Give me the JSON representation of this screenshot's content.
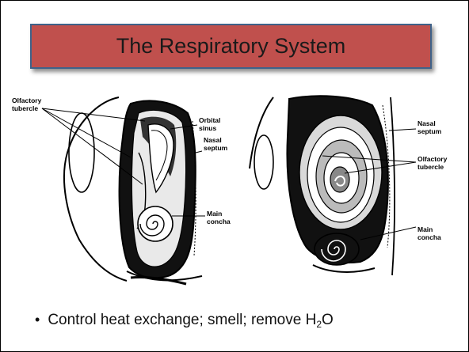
{
  "slide": {
    "title": "The Respiratory System"
  },
  "figure": {
    "left_labels": {
      "olfactory_tubercle": [
        "Olfactory",
        "tubercle"
      ],
      "orbital_sinus": [
        "Orbital",
        "sinus"
      ],
      "nasal_septum": [
        "Nasal",
        "septum"
      ],
      "main_concha": [
        "Main",
        "concha"
      ]
    },
    "right_labels": {
      "nasal_septum": [
        "Nasal",
        "septum"
      ],
      "olfactory_tubercle": [
        "Olfactory",
        "tubercle"
      ],
      "main_concha": [
        "Main",
        "concha"
      ]
    }
  },
  "bullet": {
    "symbol": "•",
    "text_before": "Control heat exchange; smell; remove H",
    "subscript": "2",
    "text_after": "O"
  }
}
